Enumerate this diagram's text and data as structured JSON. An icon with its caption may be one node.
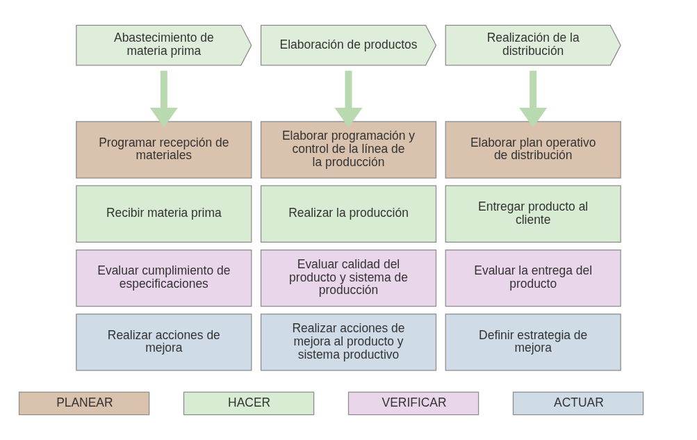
{
  "diagram": {
    "nodes": [
      {
        "text": [
          "Abastecimiento de materia prima"
        ]
      },
      {
        "text": [
          "Elaboración de productos"
        ]
      },
      {
        "text": [
          "Realización de la distribución"
        ]
      },
      {
        "text": [
          "Programar recepción de materiales"
        ]
      },
      {
        "text": [
          "Elaborar programación y control de la línea de la producción"
        ]
      },
      {
        "text": [
          "Elaborar plan operativo de distribución"
        ]
      },
      {
        "text": [
          "Recibir materia prima"
        ]
      },
      {
        "text": [
          "Realizar la producción"
        ]
      },
      {
        "text": [
          "Entregar producto al cliente"
        ]
      },
      {
        "text": [
          "Evaluar cumplimiento de especificaciones"
        ]
      },
      {
        "text": [
          "Evaluar calidad del producto y sistema de producción"
        ]
      },
      {
        "text": [
          "Evaluar la entrega del producto"
        ]
      },
      {
        "text": [
          "Realizar acciones de mejora"
        ]
      },
      {
        "text": [
          "Realizar acciones de mejora al producto y sistema productivo"
        ]
      },
      {
        "text": [
          "Definir estrategia de mejora"
        ]
      }
    ],
    "edges": [
      {
        "from": 0,
        "to": 3,
        "arrow": "to"
      },
      {
        "from": 1,
        "to": 4,
        "arrow": "to"
      },
      {
        "from": 2,
        "to": 5,
        "arrow": "to"
      }
    ],
    "legend": [
      {
        "text": "PLANEAR",
        "color": "#d9c2ae"
      },
      {
        "text": "HACER",
        "color": "#d8ebd3"
      },
      {
        "text": "VERIFICAR",
        "color": "#ead6ea"
      },
      {
        "text": "ACTUAR",
        "color": "#cfdbe7"
      }
    ]
  }
}
